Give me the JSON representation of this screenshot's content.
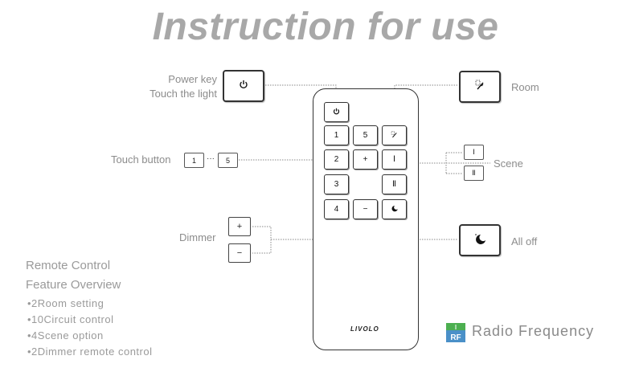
{
  "title": "Instruction for use",
  "labels": {
    "power_key": "Power key",
    "touch_the_light": "Touch the light",
    "room": "Room",
    "touch_button": "Touch button",
    "scene": "Scene",
    "dimmer": "Dimmer",
    "all_off": "All off"
  },
  "touch_button_keys": {
    "first": "1",
    "ellipsis": "···",
    "last": "5"
  },
  "scene_keys": [
    "Ⅰ",
    "Ⅱ"
  ],
  "dimmer_keys": [
    "+",
    "−"
  ],
  "remote": {
    "keys": {
      "k1": "1",
      "k2": "2",
      "k3": "3",
      "k4": "4",
      "k5": "5",
      "plus": "+",
      "minus": "−",
      "scene1": "Ⅰ",
      "scene2": "Ⅱ"
    },
    "brand": "LIVOLO"
  },
  "overview": {
    "heading1": "Remote Control",
    "heading2": "Feature Overview",
    "items": [
      "•2Room setting",
      "•10Circuit control",
      "•4Scene option",
      "•2Dimmer remote control"
    ]
  },
  "rf": {
    "badge": "RF",
    "text": "Radio Frequency"
  },
  "colors": {
    "title": "#a8a8a8",
    "label": "#8c8c8c",
    "rf_green": "#4caf50",
    "rf_blue": "#4a90c8"
  }
}
